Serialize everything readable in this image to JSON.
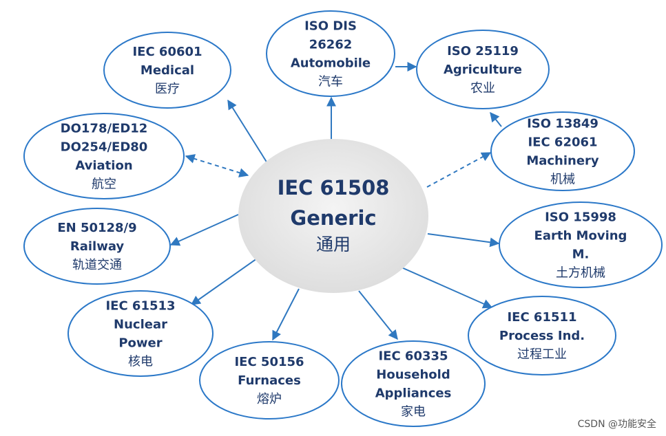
{
  "colors": {
    "node_stroke": "#2b78c8",
    "node_fill": "#ffffff",
    "arrow": "#2f78c0",
    "text": "#1f3a6b",
    "center_fill": "#e9e9e9"
  },
  "center": {
    "lines": [
      "IEC 61508",
      "Generic",
      "通用"
    ]
  },
  "nodes": [
    {
      "id": "medical",
      "lines": [
        "IEC 60601",
        "Medical",
        "医疗"
      ]
    },
    {
      "id": "automobile",
      "lines": [
        "ISO DIS",
        "26262",
        "Automobile",
        "汽车"
      ]
    },
    {
      "id": "agriculture",
      "lines": [
        "ISO 25119",
        "Agriculture",
        "农业"
      ]
    },
    {
      "id": "aviation",
      "lines": [
        "DO178/ED12",
        "DO254/ED80",
        "Aviation",
        "航空"
      ]
    },
    {
      "id": "machinery",
      "lines": [
        "ISO 13849",
        "IEC 62061",
        "Machinery",
        "机械"
      ]
    },
    {
      "id": "railway",
      "lines": [
        "EN 50128/9",
        "Railway",
        "轨道交通"
      ]
    },
    {
      "id": "earth_moving",
      "lines": [
        "ISO 15998",
        "Earth Moving",
        "M.",
        "土方机械"
      ]
    },
    {
      "id": "nuclear",
      "lines": [
        "IEC 61513",
        "Nuclear",
        "Power",
        "核电"
      ]
    },
    {
      "id": "process",
      "lines": [
        "IEC 61511",
        "Process Ind.",
        "过程工业"
      ]
    },
    {
      "id": "furnaces",
      "lines": [
        "IEC 50156",
        "Furnaces",
        "熔炉"
      ]
    },
    {
      "id": "household",
      "lines": [
        "IEC 60335",
        "Household",
        "Appliances",
        "家电"
      ]
    }
  ],
  "watermark": "CSDN @功能安全"
}
